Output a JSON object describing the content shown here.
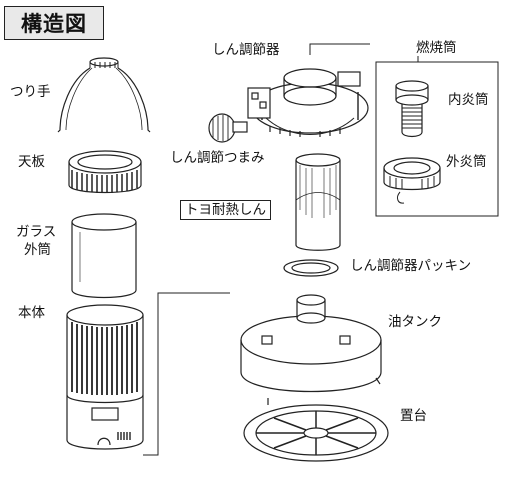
{
  "title": "構造図",
  "labels": {
    "turite": "つり手",
    "tenban": "天板",
    "glass1": "ガラス",
    "glass2": "外筒",
    "hontai": "本体",
    "shin_chosetsuki": "しん調節器",
    "shin_tsumami": "しん調節つまみ",
    "toyo_shin": "トヨ耐熱しん",
    "nenshoutou": "燃焼筒",
    "naientou": "内炎筒",
    "gaientou": "外炎筒",
    "packing": "しん調節器パッキン",
    "tank": "油タンク",
    "okidai": "置台"
  }
}
